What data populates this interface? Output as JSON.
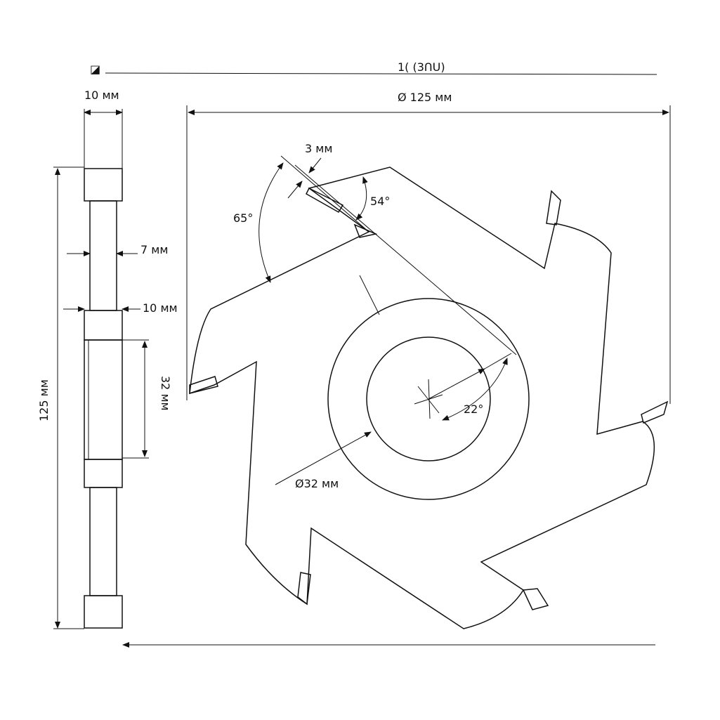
{
  "labels": {
    "top_garbled": "1( (3ՈՍ)",
    "top_left_mark": "◪",
    "width_top": "10 мм",
    "diameter_outer": "Ø 125 мм",
    "tooth_width": "3 мм",
    "angle_54": "54°",
    "angle_65": "65°",
    "body_thickness": "7 мм",
    "hub_thickness": "10 мм",
    "height_total": "125 мм",
    "bore_side": "32 мм",
    "bore_diameter": "Ø32 мм",
    "angle_22": "22°"
  }
}
